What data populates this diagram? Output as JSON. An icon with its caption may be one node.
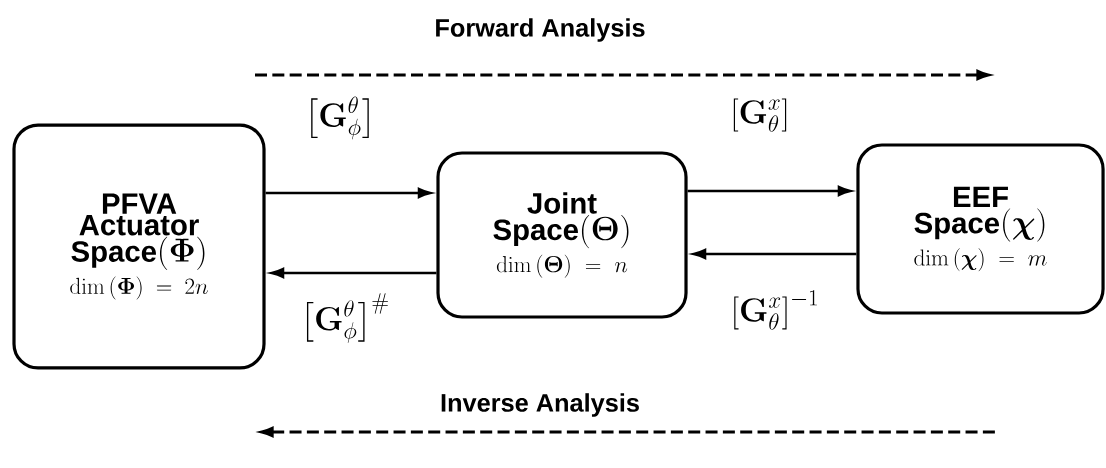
{
  "diagram": {
    "nodes": [
      {
        "text": [
          "PFVA Actuator Space",
          "\\left(\\mathbf{\\Phi}\\right)",
          "\\dim\\left(\\mathbf{\\Phi}\\right)=2n"
        ]
      },
      {
        "text": [
          "Joint Space",
          "\\left(\\mathbf{\\Theta}\\right)",
          "\\dim\\left(\\mathbf{\\Theta}\\right)=n"
        ]
      },
      {
        "text": [
          "EEF Space",
          "\\left(\\boldsymbol{\\chi}\\right)",
          "\\dim\\left(\\boldsymbol{\\chi}\\right)=m"
        ]
      }
    ],
    "edges": [
      {
        "from": 0,
        "to": 1,
        "arrow": "to",
        "label": "\\left[\\mathbf{G}_{\\phi}^{\\theta}\\right]"
      },
      {
        "from": 1,
        "to": 0,
        "arrow": "to",
        "label": "\\left[\\mathbf{G}_{\\phi}^{\\theta}\\right]^{\\#}"
      },
      {
        "from": 1,
        "to": 2,
        "arrow": "to",
        "label": "\\left[\\mathbf{G}_{\\theta}^{x}\\right]"
      },
      {
        "from": 2,
        "to": 1,
        "arrow": "to",
        "label": "\\left[\\mathbf{G}_{\\theta}^{x}\\right]^{-1}"
      }
    ],
    "labels": [
      "Forward Analysis",
      "Inverse Analysis"
    ]
  }
}
